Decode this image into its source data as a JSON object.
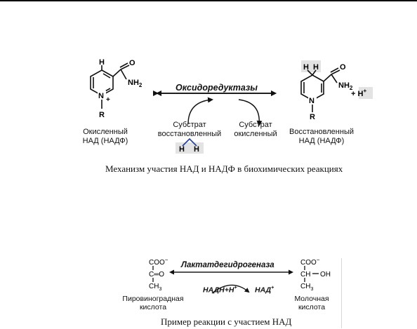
{
  "figure1": {
    "enzyme": "Оксидоредуктазы",
    "left_label_line1": "Окисленный",
    "left_label_line2": "НАД (НАДФ)",
    "right_label_line1": "Восстановленный",
    "right_label_line2": "НАД (НАДФ)",
    "substrate_reduced_line1": "Субстрат",
    "substrate_reduced_line2": "восстановленный",
    "substrate_oxidized_line1": "Субстрат",
    "substrate_oxidized_line2": "окисленный",
    "proton": "+ H",
    "proton_charge": "+",
    "hydrogen": "H",
    "nitrogen": "N",
    "nh2": "NH",
    "nh2_sub": "2",
    "o": "O",
    "r": "R",
    "plus": "+",
    "caption": "Механизм участия НАД и НАДФ в биохимических реакциях"
  },
  "figure2": {
    "enzyme": "Лактатдегидрогеназа",
    "cofactor_reduced": "НАДН+Н",
    "cofactor_reduced_charge": "+",
    "cofactor_oxidized": "НАД",
    "cofactor_oxidized_charge": "+",
    "left_name_line1": "Пировиноградная",
    "left_name_line2": "кислота",
    "right_name_line1": "Молочная",
    "right_name_line2": "кислота",
    "coo": "COO",
    "coo_charge": "−",
    "keto": "C═O",
    "ch": "CH",
    "oh": "OH",
    "ch3": "CH",
    "ch3_sub": "3",
    "caption": "Пример реакции с участием НАД"
  },
  "colors": {
    "highlight": "#e3e3e3",
    "bond_blue": "#1f3f9a",
    "ink": "#111111"
  }
}
